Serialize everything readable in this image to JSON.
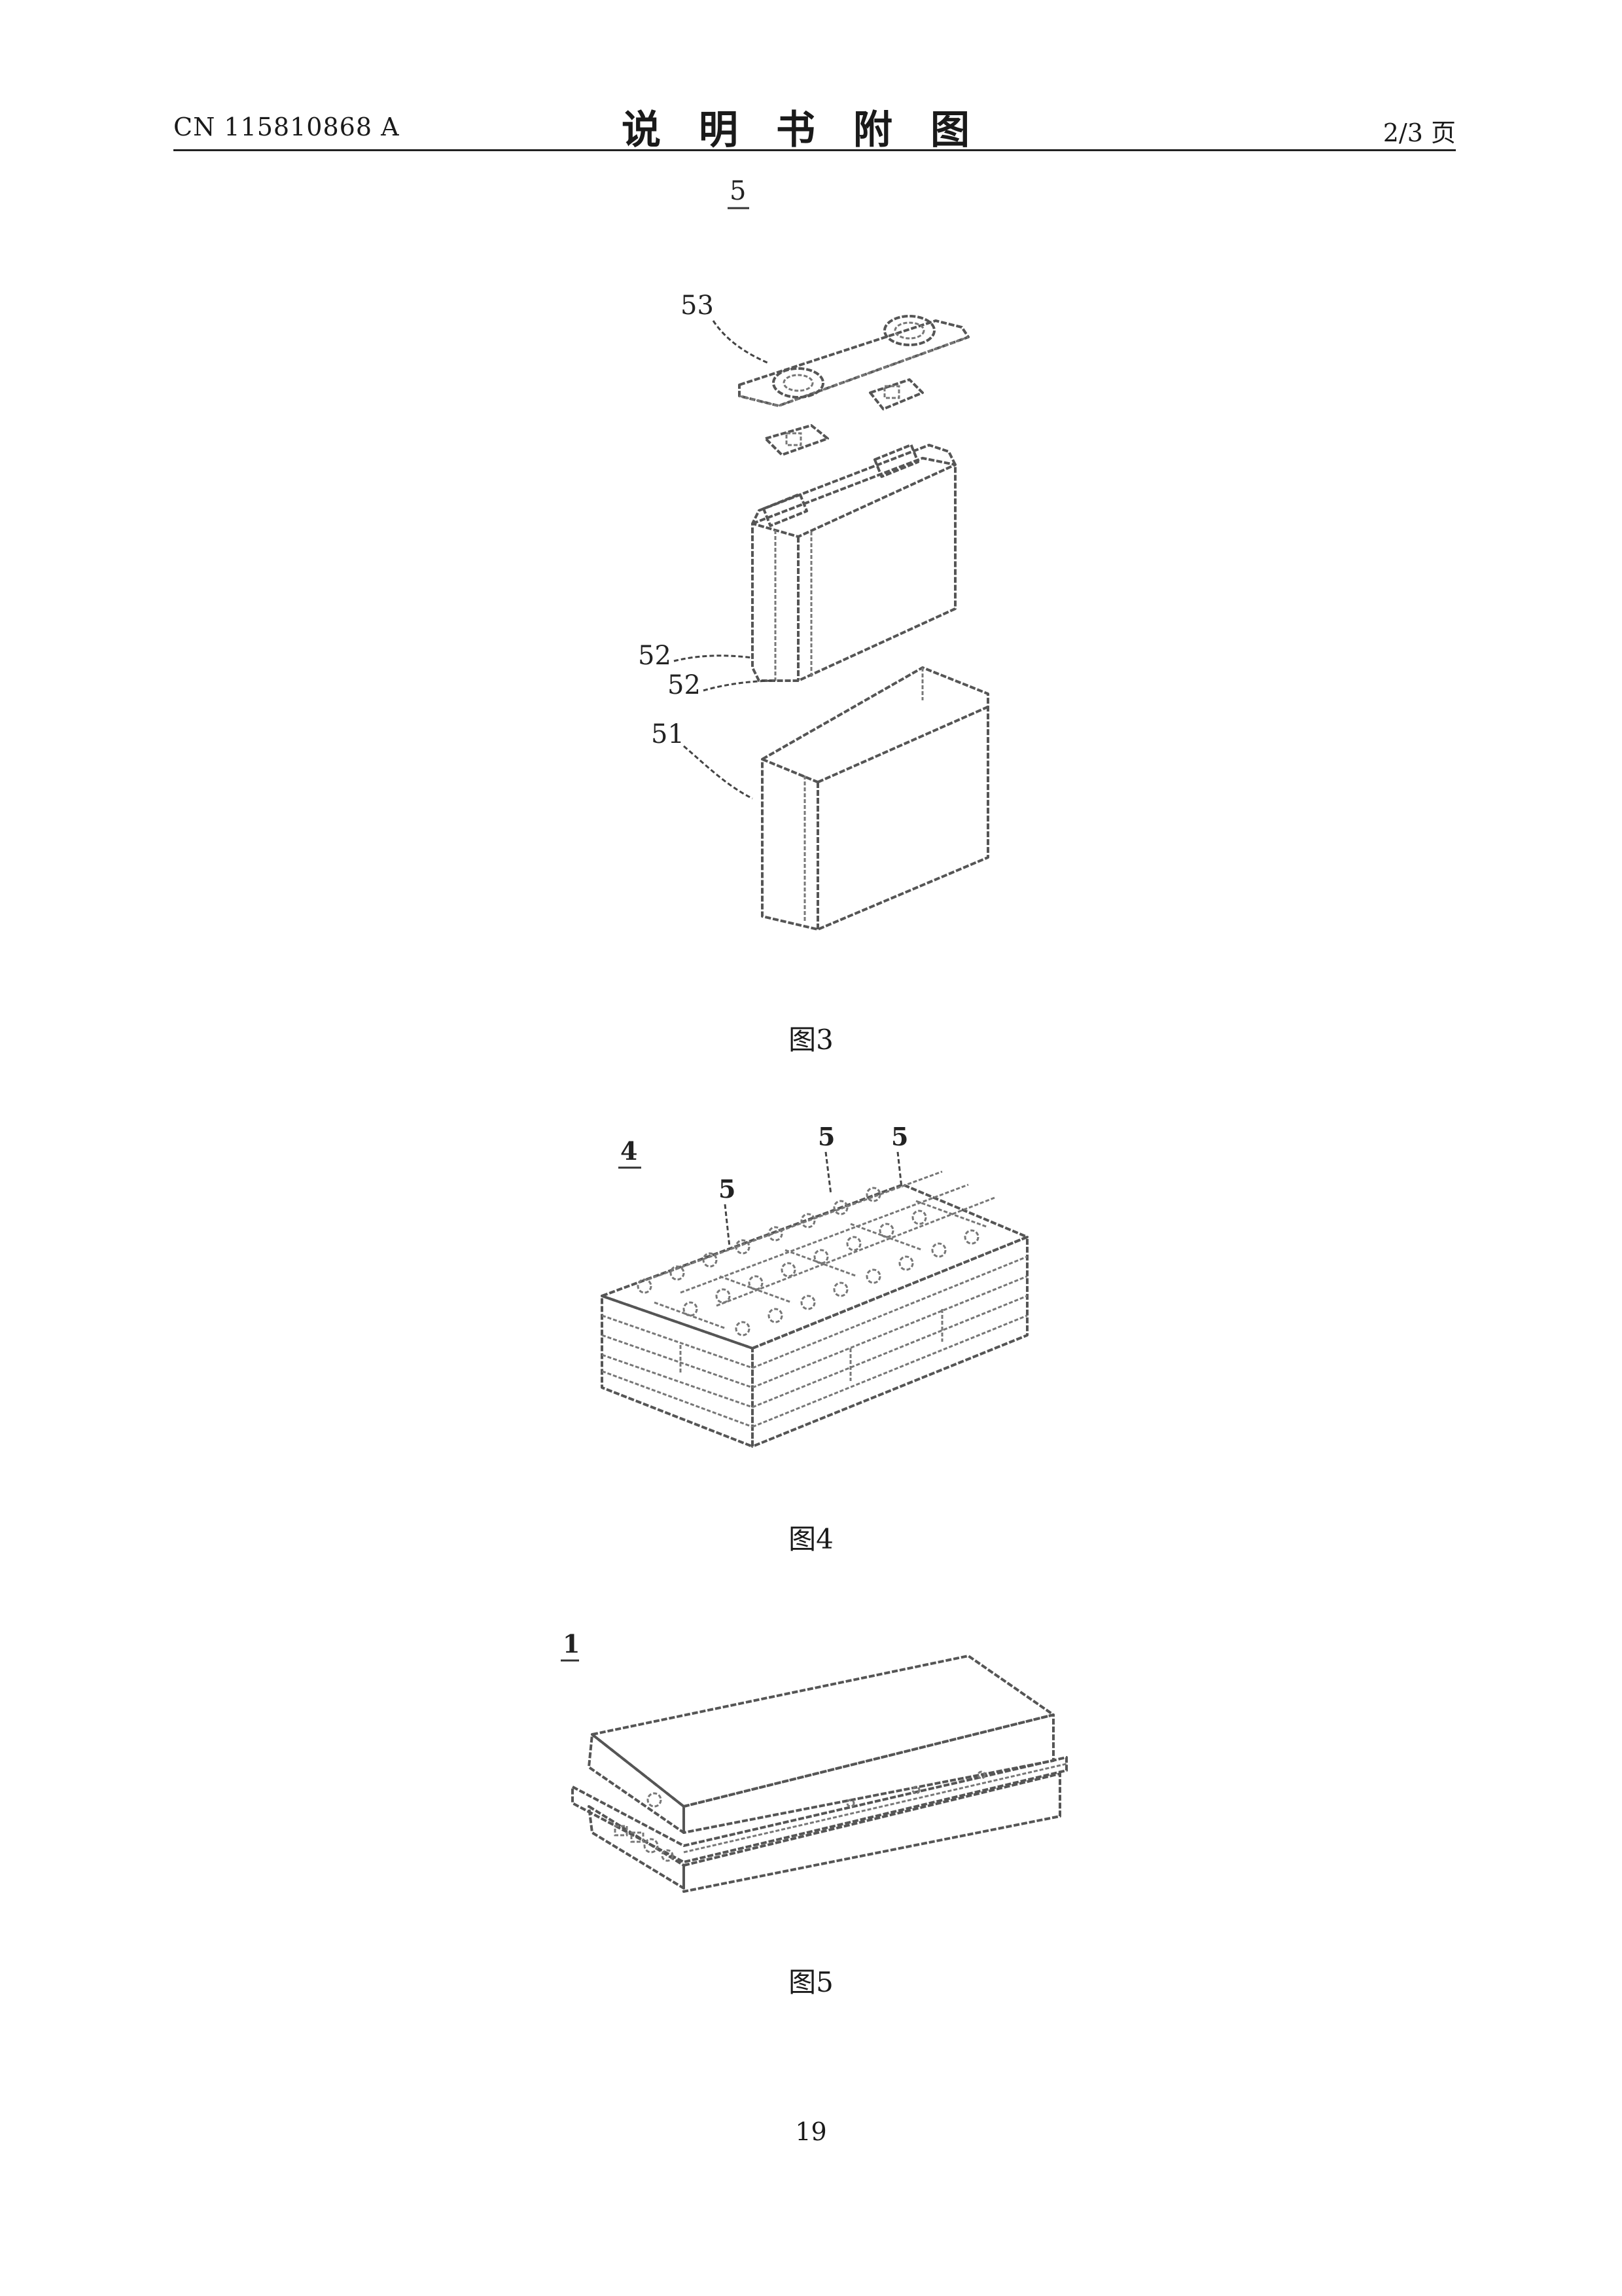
{
  "header": {
    "doc_number": "CN 115810868 A",
    "title": "说明书附图",
    "page_of": "2/3 页"
  },
  "figures": [
    {
      "caption": "图3",
      "labels": {
        "component": "5",
        "top_cover": "53",
        "cell_a": "52",
        "cell_b": "52",
        "housing": "51"
      }
    },
    {
      "caption": "图4",
      "labels": {
        "module": "4",
        "unit_a": "5",
        "unit_b": "5",
        "unit_c": "5"
      }
    },
    {
      "caption": "图5",
      "labels": {
        "pack": "1"
      }
    }
  ],
  "page_number": "19"
}
